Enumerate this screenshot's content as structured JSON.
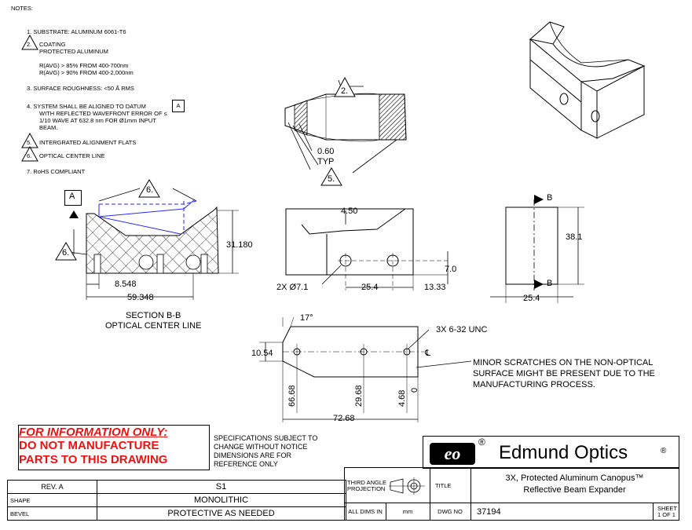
{
  "notes": {
    "heading": "NOTES:",
    "n1": "1.   SUBSTRATE: ALUMINUM 6061-T6",
    "n2_num": "2.",
    "n2_a": "COATING",
    "n2_b": "PROTECTED ALUMINUM",
    "n2_c": "R(AVG) > 85% FROM 400-700nm",
    "n2_d": "R(AVG) > 90% FROM 400-2,000nm",
    "n3": "3.   SURFACE ROUGHNESS: <50 Å RMS",
    "n4_a": "4.   SYSTEM SHALL BE ALIGNED TO DATUM",
    "n4_datum": "A",
    "n4_b": "WITH REFLECTED WAVEFRONT ERROR OF ≤",
    "n4_c": "1/10 WAVE AT 632.8 nm FOR Ø1mm INPUT",
    "n4_d": "BEAM.",
    "n5_num": "5.",
    "n5": "INTERGRATED ALIGNMENT FLATS",
    "n6_num": "6.",
    "n6": "OPTICAL CENTER LINE",
    "n7": "7.   RoHS COMPLIANT"
  },
  "front": {
    "tag2": "2.",
    "tag5": "5.",
    "dim": "0.60",
    "typ": "TYP"
  },
  "section": {
    "datum": "A",
    "tag6a": "6.",
    "tag6b": "6.",
    "d1": "31.180",
    "d2": "8.548",
    "d3": "59.348",
    "title1": "SECTION B-B",
    "title2": "OPTICAL CENTER LINE"
  },
  "side": {
    "d1": "4.50",
    "d2": "2X Ø7.1",
    "d3": "25.4",
    "d4": "13.33",
    "d5": "7.0"
  },
  "end": {
    "b1": "B",
    "b2": "B",
    "d1": "38.1",
    "d2": "25.4"
  },
  "bottom": {
    "angle": "17°",
    "height": "10.54",
    "thread": "3X 6-32 UNC",
    "cl": "℄",
    "o1": "66.68",
    "o2": "29.68",
    "o3": "4.68",
    "o4": "0",
    "len": "72.68",
    "note1": "MINOR SCRATCHES ON THE NON-OPTICAL",
    "note2": "SURFACE MIGHT BE PRESENT DUE TO THE",
    "note3": "MANUFACTURING PROCESS."
  },
  "warning": {
    "l1": "FOR INFORMATION ONLY:",
    "l2": "DO NOT MANUFACTURE",
    "l3": "PARTS TO THIS DRAWING"
  },
  "spec": {
    "l1": "SPECIFICATIONS SUBJECT TO",
    "l2": "CHANGE WITHOUT NOTICE",
    "l3": "DIMENSIONS ARE FOR",
    "l4": "REFERENCE ONLY"
  },
  "titleblock": {
    "logo": "eo",
    "reg": "®",
    "company": "Edmund Optics",
    "company_reg": "®",
    "rev_label": "REV. A",
    "rev_value": "S1",
    "shape_label": "SHAPE",
    "shape_value": "MONOLITHIC",
    "bevel_label": "BEVEL",
    "bevel_value": "PROTECTIVE AS NEEDED",
    "proj_l1": "THIRD ANGLE",
    "proj_l2": "PROJECTION",
    "title_label": "TITLE",
    "title_l1": "3X, Protected Aluminum Canopus™",
    "title_l2": "Reflective Beam Expander",
    "dims_label": "ALL DIMS IN",
    "dims_value": "mm",
    "dwg_label": "DWG NO",
    "dwg_value": "37194",
    "sheet_l1": "SHEET",
    "sheet_l2": "1 OF 1"
  }
}
